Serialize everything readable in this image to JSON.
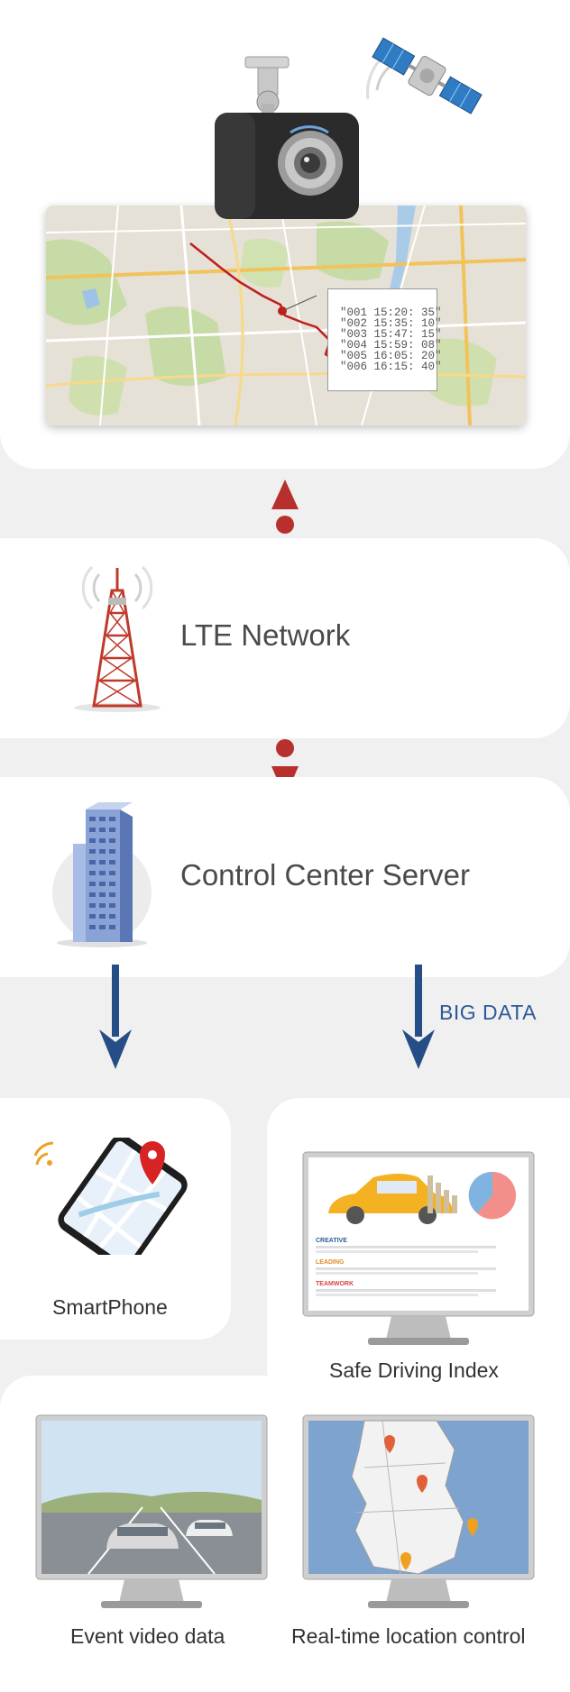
{
  "gps_log": {
    "lines": [
      "\"001 15:20: 35\"",
      "\"002 15:35: 10\"",
      "\"003 15:47: 15\"",
      "\"004 15:59: 08\"",
      "\"005 16:05: 20\"",
      "\"006 16:15: 40\""
    ]
  },
  "network": {
    "label": "LTE Network"
  },
  "server": {
    "label": "Control Center Server"
  },
  "flow": {
    "big_data_label": "BIG DATA"
  },
  "outputs": {
    "smartphone": "SmartPhone",
    "safe_driving": "Safe Driving Index",
    "event_video": "Event video data",
    "realtime_location": "Real-time location control"
  },
  "report_screen": {
    "headings": [
      "CREATIVE",
      "LEADING",
      "TEAMWORK"
    ]
  },
  "colors": {
    "background": "#f0f0f0",
    "card": "#ffffff",
    "arrow_red": "#b7302e",
    "arrow_blue": "#264e86",
    "label_blue": "#2d5a96"
  }
}
